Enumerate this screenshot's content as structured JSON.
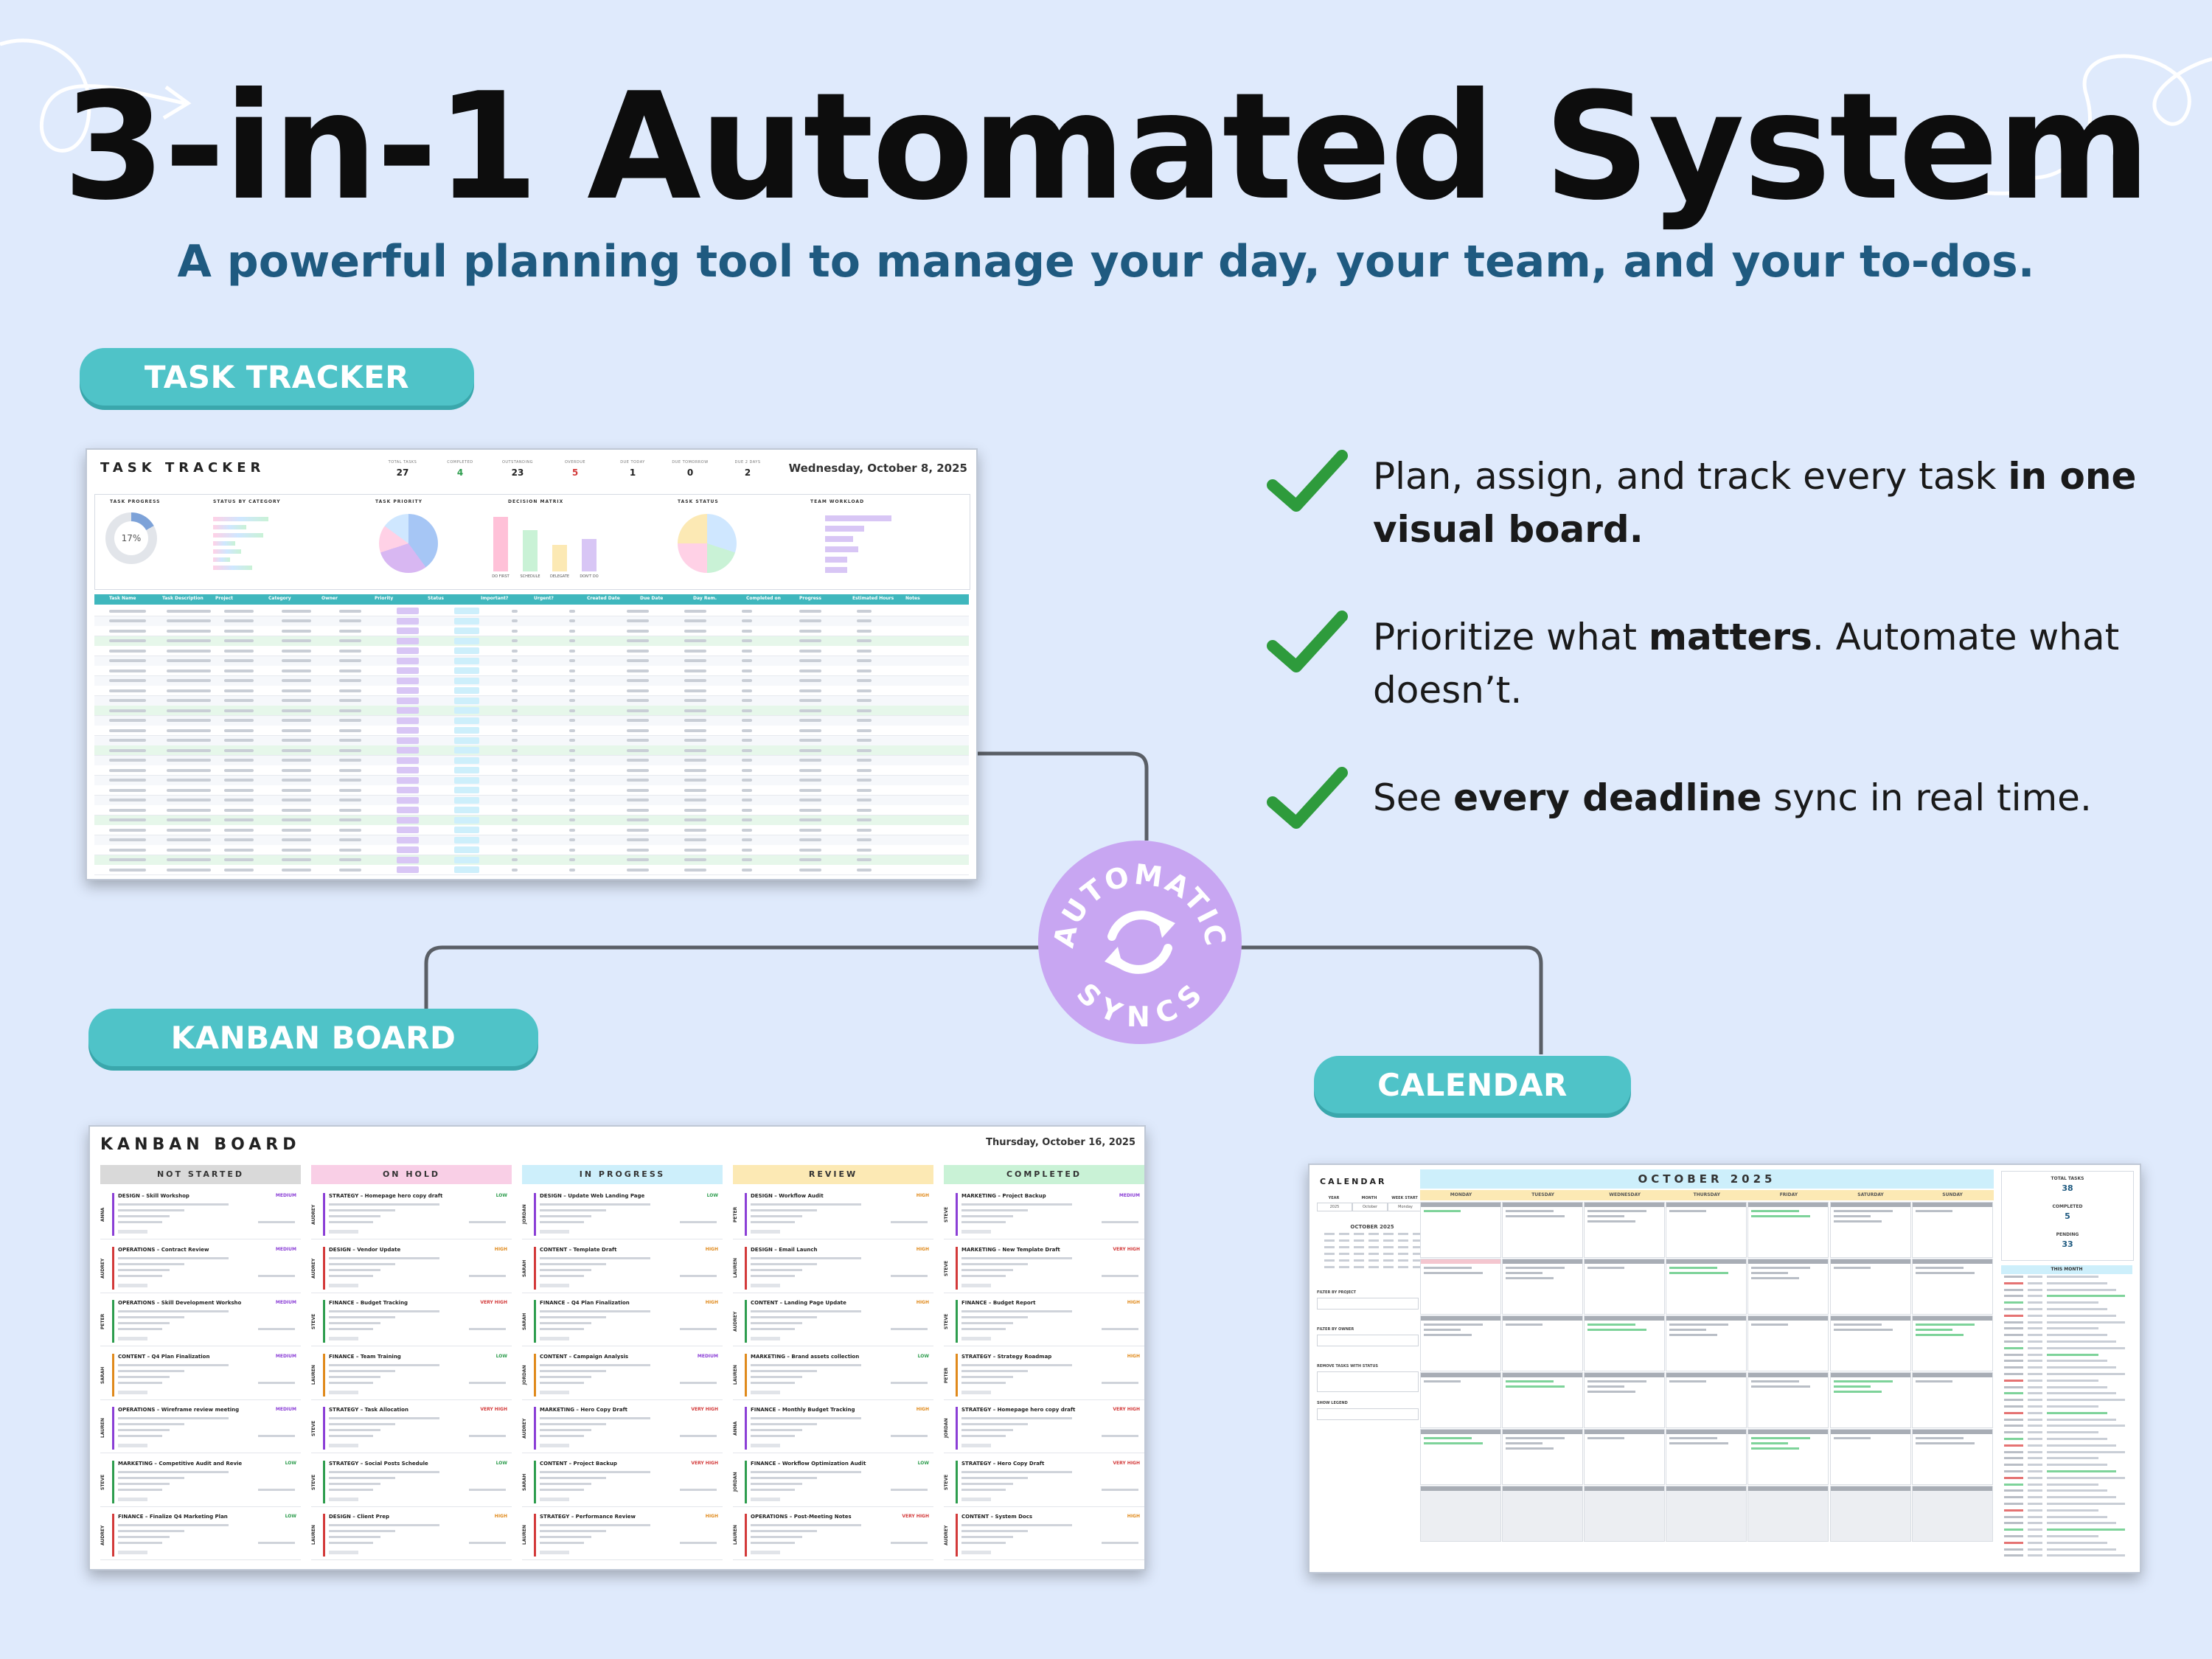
{
  "title": "3-in-1 Automated System",
  "subtitle": "A powerful planning tool to manage your day, your team, and your to-dos.",
  "sections": {
    "task_tracker_label": "TASK TRACKER",
    "kanban_label": "KANBAN BOARD",
    "calendar_label": "CALENDAR"
  },
  "features": [
    {
      "pre": "Plan, assign, and track every task ",
      "bold": "in one visual board.",
      "post": ""
    },
    {
      "pre": "Prioritize what ",
      "bold": "matters",
      "post": ". Automate what doesn’t."
    },
    {
      "pre": "See ",
      "bold": "every deadline",
      "post": " sync in real time."
    }
  ],
  "sync_badge": {
    "top": "AUTOMATIC",
    "bottom": "SYNCS"
  },
  "tracker": {
    "title": "TASK TRACKER",
    "date": "Wednesday, October 8, 2025",
    "stats": [
      {
        "label": "TOTAL TASKS",
        "value": "27",
        "color": "#222222"
      },
      {
        "label": "COMPLETED",
        "value": "4",
        "color": "#2e9d4e"
      },
      {
        "label": "OUTSTANDING",
        "value": "23",
        "color": "#222222"
      },
      {
        "label": "OVERDUE",
        "value": "5",
        "color": "#d33a3a"
      },
      {
        "label": "DUE TODAY",
        "value": "1",
        "color": "#222222"
      },
      {
        "label": "DUE TOMORROW",
        "value": "0",
        "color": "#222222"
      },
      {
        "label": "DUE 2 DAYS",
        "value": "2",
        "color": "#222222"
      }
    ],
    "progress_pct": "17%",
    "panels": [
      "TASK PROGRESS",
      "STATUS BY CATEGORY",
      "TASK PRIORITY",
      "DECISION MATRIX",
      "TASK STATUS",
      "TEAM WORKLOAD"
    ],
    "matrix_labels": [
      "DO FIRST",
      "SCHEDULE",
      "DELEGATE",
      "DON'T DO"
    ],
    "columns": [
      "Task Name",
      "Task Description",
      "Project",
      "Category",
      "Owner",
      "Priority",
      "Status",
      "Important?",
      "Urgent?",
      "Created Date",
      "Due Date",
      "Day Rem.",
      "Completed on",
      "Progress",
      "Estimated Hours",
      "Notes"
    ]
  },
  "kanban": {
    "title": "KANBAN BOARD",
    "date": "Thursday, October 16, 2025",
    "columns": [
      {
        "name": "NOT STARTED",
        "color": "#d9d9d9",
        "cards": [
          {
            "owner": "ANNA",
            "title": "DESIGN – Skill Workshop",
            "badge": "MEDIUM"
          },
          {
            "owner": "AUDREY",
            "title": "OPERATIONS – Contract Review",
            "badge": "MEDIUM"
          },
          {
            "owner": "PETER",
            "title": "OPERATIONS – Skill Development Worksho",
            "badge": "MEDIUM"
          },
          {
            "owner": "SARAH",
            "title": "CONTENT – Q4 Plan Finalization",
            "badge": "MEDIUM"
          },
          {
            "owner": "LAUREN",
            "title": "OPERATIONS – Wireframe review meeting",
            "badge": "MEDIUM"
          },
          {
            "owner": "STEVE",
            "title": "MARKETING – Competitive Audit and Revie",
            "badge": "LOW"
          },
          {
            "owner": "AUDREY",
            "title": "FINANCE – Finalize Q4 Marketing Plan",
            "badge": "LOW"
          }
        ]
      },
      {
        "name": "ON HOLD",
        "color": "#f9cfe6",
        "cards": [
          {
            "owner": "AUDREY",
            "title": "STRATEGY – Homepage hero copy draft",
            "badge": "LOW"
          },
          {
            "owner": "AUDREY",
            "title": "DESIGN – Vendor Update",
            "badge": "HIGH"
          },
          {
            "owner": "STEVE",
            "title": "FINANCE – Budget Tracking",
            "badge": "VERY HIGH"
          },
          {
            "owner": "LAUREN",
            "title": "FINANCE – Team Training",
            "badge": "LOW"
          },
          {
            "owner": "STEVE",
            "title": "STRATEGY – Task Allocation",
            "badge": "VERY HIGH"
          },
          {
            "owner": "STEVE",
            "title": "STRATEGY – Social Posts Schedule",
            "badge": "LOW"
          },
          {
            "owner": "LAUREN",
            "title": "DESIGN – Client Prep",
            "badge": "HIGH"
          }
        ]
      },
      {
        "name": "IN PROGRESS",
        "color": "#cdeffb",
        "cards": [
          {
            "owner": "JORDAN",
            "title": "DESIGN – Update Web Landing Page",
            "badge": "LOW"
          },
          {
            "owner": "SARAH",
            "title": "CONTENT – Template Draft",
            "badge": "HIGH"
          },
          {
            "owner": "SARAH",
            "title": "FINANCE – Q4 Plan Finalization",
            "badge": "HIGH"
          },
          {
            "owner": "JORDAN",
            "title": "CONTENT – Campaign Analysis",
            "badge": "MEDIUM"
          },
          {
            "owner": "AUDREY",
            "title": "MARKETING – Hero Copy Draft",
            "badge": "VERY HIGH"
          },
          {
            "owner": "SARAH",
            "title": "CONTENT – Project Backup",
            "badge": "VERY HIGH"
          },
          {
            "owner": "LAUREN",
            "title": "STRATEGY – Performance Review",
            "badge": "HIGH"
          }
        ]
      },
      {
        "name": "REVIEW",
        "color": "#fce9b4",
        "cards": [
          {
            "owner": "PETER",
            "title": "DESIGN – Workflow Audit",
            "badge": "HIGH"
          },
          {
            "owner": "LAUREN",
            "title": "DESIGN – Email Launch",
            "badge": "HIGH"
          },
          {
            "owner": "AUDREY",
            "title": "CONTENT – Landing Page Update",
            "badge": "HIGH"
          },
          {
            "owner": "LAUREN",
            "title": "MARKETING – Brand assets collection",
            "badge": "LOW"
          },
          {
            "owner": "ANNA",
            "title": "FINANCE – Monthly Budget Tracking",
            "badge": "HIGH"
          },
          {
            "owner": "JORDAN",
            "title": "FINANCE – Workflow Optimization Audit",
            "badge": "LOW"
          },
          {
            "owner": "LAUREN",
            "title": "OPERATIONS – Post-Meeting Notes",
            "badge": "VERY HIGH"
          }
        ]
      },
      {
        "name": "COMPLETED",
        "color": "#c9f2d6",
        "cards": [
          {
            "owner": "STEVE",
            "title": "MARKETING – Project Backup",
            "badge": "MEDIUM"
          },
          {
            "owner": "STEVE",
            "title": "MARKETING – New Template Draft",
            "badge": "VERY HIGH"
          },
          {
            "owner": "STEVE",
            "title": "FINANCE – Budget Report",
            "badge": "HIGH"
          },
          {
            "owner": "PETER",
            "title": "STRATEGY – Strategy Roadmap",
            "badge": "HIGH"
          },
          {
            "owner": "JORDAN",
            "title": "STRATEGY – Homepage hero copy draft",
            "badge": "VERY HIGH"
          },
          {
            "owner": "STEVE",
            "title": "STRATEGY – Hero Copy Draft",
            "badge": "VERY HIGH"
          },
          {
            "owner": "AUDREY",
            "title": "CONTENT – System Docs",
            "badge": "HIGH"
          }
        ]
      }
    ]
  },
  "calendar": {
    "title": "CALENDAR",
    "month_title": "OCTOBER 2025",
    "mini_month": "OCTOBER 2025",
    "controls": [
      "YEAR",
      "MONTH",
      "WEEK START"
    ],
    "control_values": [
      "2025",
      "October",
      "Monday"
    ],
    "weekdays": [
      "MONDAY",
      "TUESDAY",
      "WEDNESDAY",
      "THURSDAY",
      "FRIDAY",
      "SATURDAY",
      "SUNDAY"
    ],
    "filters": [
      "FILTER BY PROJECT",
      "FILTER BY OWNER",
      "REMOVE TASKS WITH STATUS",
      "SHOW LEGEND"
    ],
    "summary": [
      {
        "label": "TOTAL TASKS",
        "value": "38"
      },
      {
        "label": "COMPLETED",
        "value": "5"
      },
      {
        "label": "PENDING",
        "value": "33"
      }
    ],
    "this_month": "THIS MONTH"
  }
}
